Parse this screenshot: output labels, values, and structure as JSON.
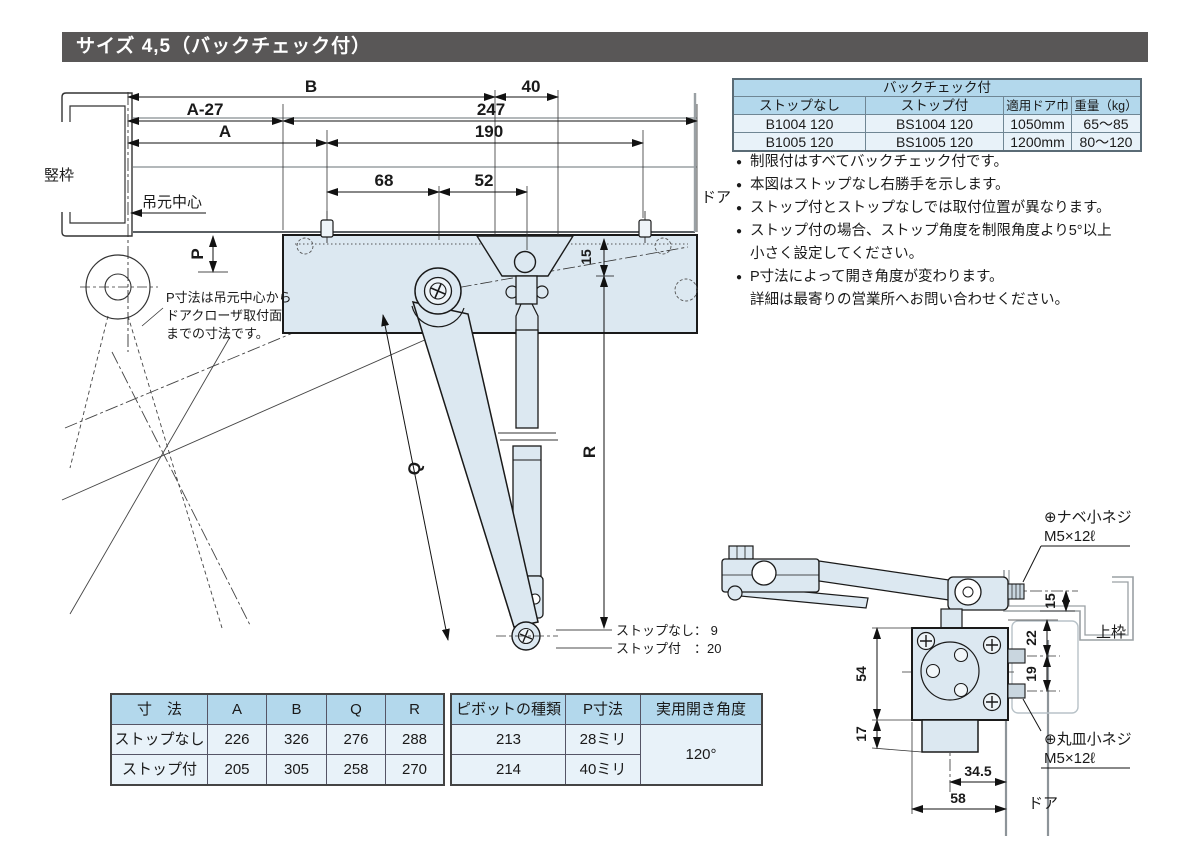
{
  "title": "サイズ  4,5（バックチェック付）",
  "colors": {
    "title_bar": "#595757",
    "body_fill": "#dce8f1",
    "table_header": "#b3d8ec",
    "table_row": "#e8f2f9"
  },
  "spec_table": {
    "title": "バックチェック付",
    "columns": [
      "ストップなし",
      "ストップ付",
      "適用ドア巾",
      "重量（kg）"
    ],
    "rows": [
      [
        "B1004 120",
        "BS1004 120",
        "1050mm",
        "65〜85"
      ],
      [
        "B1005 120",
        "BS1005 120",
        "1200mm",
        "80〜120"
      ]
    ]
  },
  "notes": [
    {
      "bullet": true,
      "text": "制限付はすべてバックチェック付です。"
    },
    {
      "bullet": true,
      "text": "本図はストップなし右勝手を示します。"
    },
    {
      "bullet": true,
      "text": "ストップ付とストップなしでは取付位置が異なります。"
    },
    {
      "bullet": true,
      "text": "ストップ付の場合、ストップ角度を制限角度より5°以上"
    },
    {
      "bullet": false,
      "text": "小さく設定してください。"
    },
    {
      "bullet": true,
      "text": "P寸法によって開き角度が変わります。"
    },
    {
      "bullet": false,
      "text": "詳細は最寄りの営業所へお問い合わせください。"
    }
  ],
  "main_drawing": {
    "dim_B": "B",
    "dim_40": "40",
    "dim_A27": "A-27",
    "dim_247": "247",
    "dim_A": "A",
    "dim_190": "190",
    "dim_68": "68",
    "dim_52": "52",
    "dim_15": "15",
    "dim_P": "P",
    "dim_Q": "Q",
    "dim_R": "R",
    "label_tatewaku": "竪枠",
    "label_tsurimoto": "吊元中心",
    "label_door": "ドア",
    "p_note_1": "P寸法は吊元中心から",
    "p_note_2": "ドアクローザ取付面",
    "p_note_3": "までの寸法です。",
    "stop_none": "ストップなし： 9",
    "stop_with": "ストップ付　：20"
  },
  "dim_table": {
    "col0": "寸　法",
    "cols": [
      "A",
      "B",
      "Q",
      "R"
    ],
    "rows": [
      {
        "label": "ストップなし",
        "values": [
          "226",
          "326",
          "276",
          "288"
        ]
      },
      {
        "label": "ストップ付",
        "values": [
          "205",
          "305",
          "258",
          "270"
        ]
      }
    ]
  },
  "pivot_table": {
    "columns": [
      "ピボットの種類",
      "P寸法",
      "実用開き角度"
    ],
    "rows": [
      [
        "213",
        "28ミリ"
      ],
      [
        "214",
        "40ミリ"
      ]
    ],
    "angle": "120°"
  },
  "detail_drawing": {
    "dim_15": "15",
    "dim_22": "22",
    "dim_19": "19",
    "dim_54": "54",
    "dim_17": "17",
    "dim_345": "34.5",
    "dim_58": "58",
    "label_kamiwaku": "上枠",
    "label_door": "ドア",
    "screw_pan_1": "⊕ナベ小ネジ",
    "screw_pan_2": "M5×12ℓ",
    "screw_flat_1": "⊕丸皿小ネジ",
    "screw_flat_2": "M5×12ℓ"
  }
}
